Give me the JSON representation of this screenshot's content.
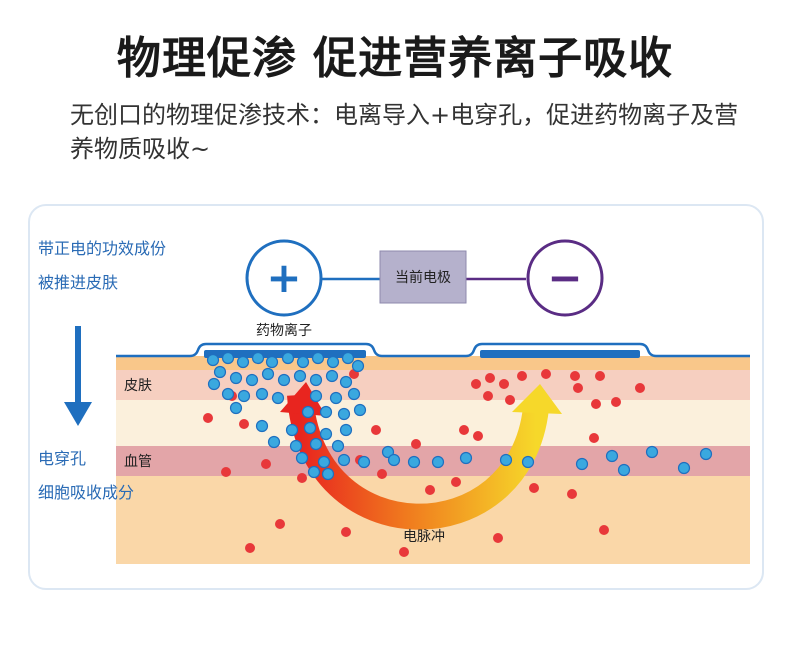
{
  "header": {
    "title": "物理促渗 促进营养离子吸收",
    "subtitle": "无创口的物理促渗技术：电离导入+电穿孔，促进药物离子及营养物质吸收~"
  },
  "diagram": {
    "side_top": [
      "带正电的功效成份",
      "被推进皮肤"
    ],
    "side_bottom": [
      "电穿孔",
      "细胞吸收成分"
    ],
    "plus_symbol": "+",
    "minus_symbol": "−",
    "electrode_label": "当前电极",
    "ion_label": "药物离子",
    "layer_skin": "皮肤",
    "layer_vessel": "血管",
    "pulse_label": "电脉冲"
  },
  "colors": {
    "blue": "#1f6fbf",
    "purple": "#5a2c84",
    "ion_blue": "#3aa8df",
    "dot_red": "#e8383a"
  }
}
